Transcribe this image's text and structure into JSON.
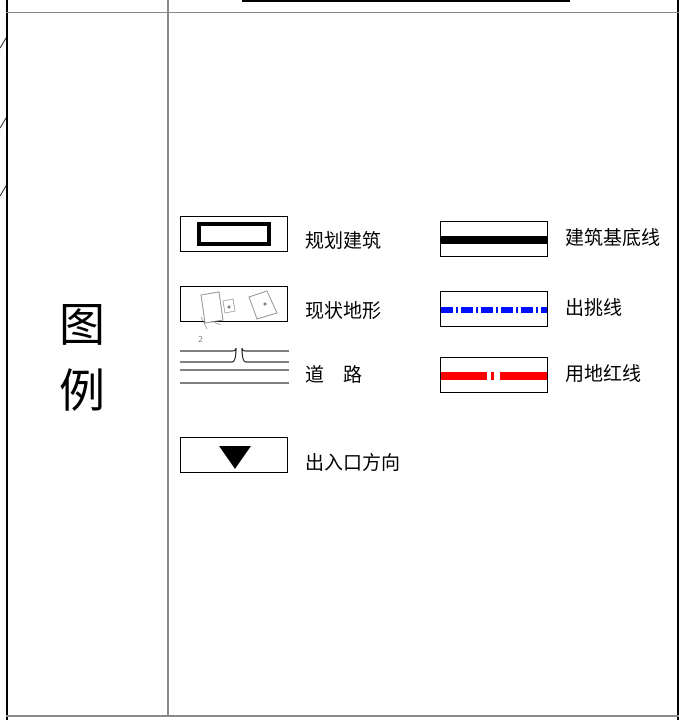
{
  "title": {
    "char1": "图",
    "char2": "例"
  },
  "legend": {
    "planned_building": "规划建筑",
    "existing_terrain": "现状地形",
    "road": "道　路",
    "entrance_direction": "出入口方向",
    "building_base_line": "建筑基底线",
    "overhang_line": "出挑线",
    "land_red_line": "用地红线"
  },
  "colors": {
    "overhang_blue": "#0010ff",
    "red_line": "#ff0000",
    "frame": "#000000",
    "terrain_gray": "#808080"
  }
}
